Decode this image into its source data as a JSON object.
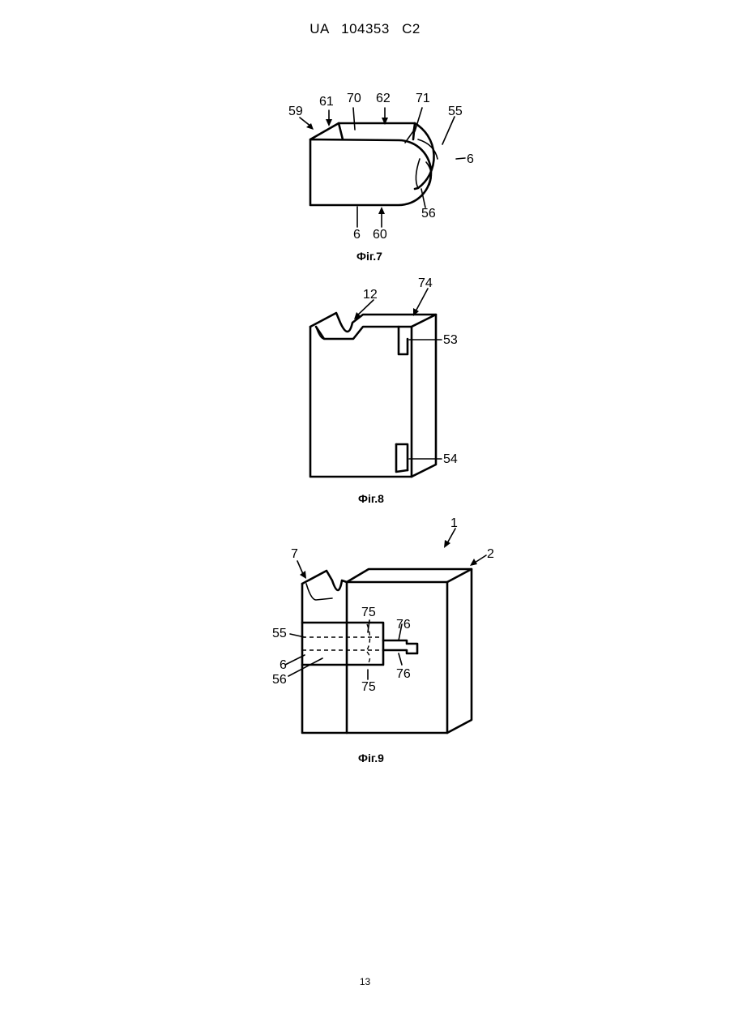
{
  "header": {
    "country": "UA",
    "number": "104353",
    "kind": "C2"
  },
  "page_number": "13",
  "figures": [
    {
      "caption": "Фіг.7",
      "labels": {
        "l59": "59",
        "l61": "61",
        "l70": "70",
        "l62": "62",
        "l71": "71",
        "l55": "55",
        "l6a": "6",
        "l56": "56",
        "l6b": "6",
        "l60": "60"
      }
    },
    {
      "caption": "Фіг.8",
      "labels": {
        "l12": "12",
        "l74": "74",
        "l53": "53",
        "l54": "54"
      }
    },
    {
      "caption": "Фіг.9",
      "labels": {
        "l1": "1",
        "l2": "2",
        "l7": "7",
        "l75a": "75",
        "l76a": "76",
        "l55": "55",
        "l6": "6",
        "l56": "56",
        "l75b": "75",
        "l76b": "76"
      }
    }
  ]
}
